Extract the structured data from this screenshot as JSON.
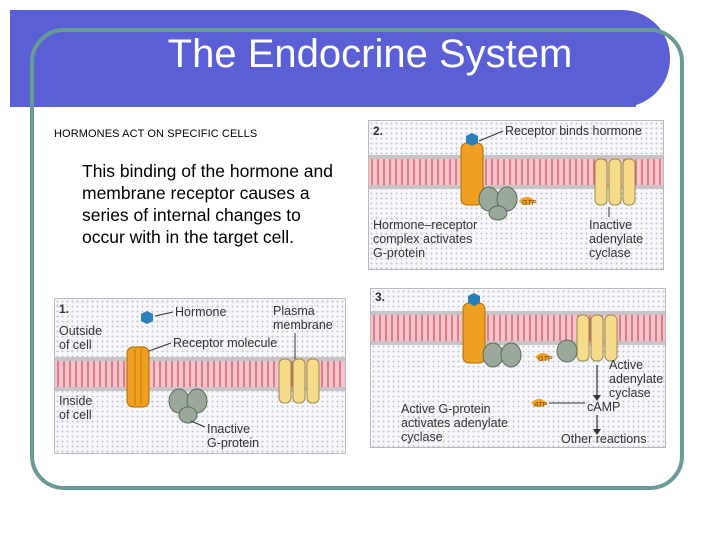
{
  "slide": {
    "title": "The Endocrine System",
    "subheading": "HORMONES ACT ON SPECIFIC CELLS",
    "body": "This binding of the hormone and membrane receptor causes a series of internal changes to occur with in the target cell."
  },
  "colors": {
    "title_bar": "#5b5fd6",
    "frame_border": "#6a9a96",
    "membrane_red": "#e0687a",
    "receptor_orange": "#f0a020",
    "g_protein": "#9aa89a",
    "cyclase_yellow": "#f6dc8a"
  },
  "diagram_1": {
    "number": "1.",
    "hormone": "Hormone",
    "plasma_membrane_line1": "Plasma",
    "plasma_membrane_line2": "membrane",
    "outside_line1": "Outside",
    "outside_line2": "of cell",
    "receptor": "Receptor molecule",
    "inside_line1": "Inside",
    "inside_line2": "of cell",
    "inactive_g_line1": "Inactive",
    "inactive_g_line2": "G-protein"
  },
  "diagram_2": {
    "number": "2.",
    "receptor_binds": "Receptor binds hormone",
    "gtp": "GTP",
    "complex_line1": "Hormone–receptor",
    "complex_line2": "complex activates",
    "complex_line3": "G-protein",
    "inactive_line1": "Inactive",
    "inactive_line2": "adenylate",
    "inactive_line3": "cyclase"
  },
  "diagram_3": {
    "number": "3.",
    "gtp": "GTP",
    "atp": "ATP",
    "active_line1": "Active",
    "active_line2": "adenylate",
    "active_line3": "cyclase",
    "g_active_line1": "Active G-protein",
    "g_active_line2": "activates adenylate",
    "g_active_line3": "cyclase",
    "camp": "cAMP",
    "other": "Other reactions"
  }
}
